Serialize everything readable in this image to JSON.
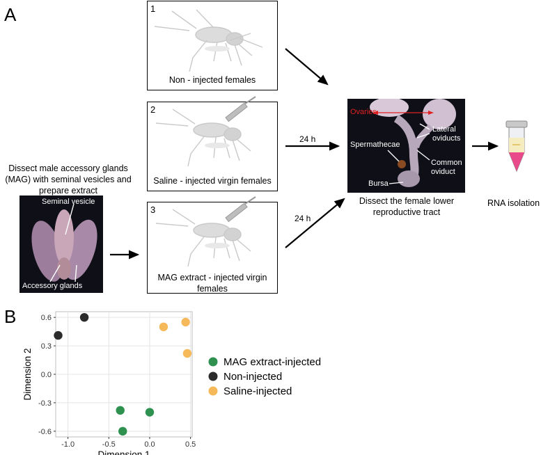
{
  "panel_a": {
    "letter": "A",
    "boxes": [
      {
        "number": "1",
        "caption": "Non - injected females"
      },
      {
        "number": "2",
        "caption": "Saline - injected virgin females"
      },
      {
        "number": "3",
        "caption": "MAG extract - injected virgin females"
      }
    ],
    "dissect_male_text": "Dissect male accessory glands (MAG) with seminal vesicles and prepare extract",
    "male_labels": {
      "seminal_vesicle": "Seminal vesicle",
      "accessory_glands": "Accessory glands"
    },
    "time_labels": [
      "24 h",
      "24 h"
    ],
    "tract_labels": {
      "ovaries": "Ovaries",
      "lateral_oviducts": "Lateral oviducts",
      "spermathecae": "Spermathecae",
      "common_oviduct": "Common oviduct",
      "bursa": "Bursa"
    },
    "dissect_female_text": "Dissect the female lower reproductive tract",
    "rna_text": "RNA isolation"
  },
  "panel_b": {
    "letter": "B",
    "chart_data": {
      "type": "scatter",
      "xlabel": "Dimension 1",
      "ylabel": "Dimension 2",
      "xlim": [
        -1.15,
        0.52
      ],
      "ylim": [
        -0.66,
        0.66
      ],
      "xticks": [
        -1.0,
        -0.5,
        0.0,
        0.5
      ],
      "xtick_labels": [
        "-1.0",
        "-0.5",
        "0.0",
        "0.5"
      ],
      "yticks": [
        -0.6,
        -0.3,
        0.0,
        0.3,
        0.6
      ],
      "ytick_labels": [
        "-0.6",
        "-0.3",
        "0.0",
        "0.3",
        "0.6"
      ],
      "grid": true,
      "legend_position": "right",
      "series": [
        {
          "name": "MAG extract-injected",
          "color": "#2e9150",
          "points": [
            [
              -0.36,
              -0.38
            ],
            [
              -0.33,
              -0.6
            ],
            [
              0.0,
              -0.4
            ]
          ]
        },
        {
          "name": "Non-injected",
          "color": "#2b2b2b",
          "points": [
            [
              -1.12,
              0.41
            ],
            [
              -0.8,
              0.6
            ]
          ]
        },
        {
          "name": "Saline-injected",
          "color": "#f5b95a",
          "points": [
            [
              0.17,
              0.5
            ],
            [
              0.44,
              0.55
            ],
            [
              0.46,
              0.22
            ]
          ]
        }
      ]
    }
  }
}
